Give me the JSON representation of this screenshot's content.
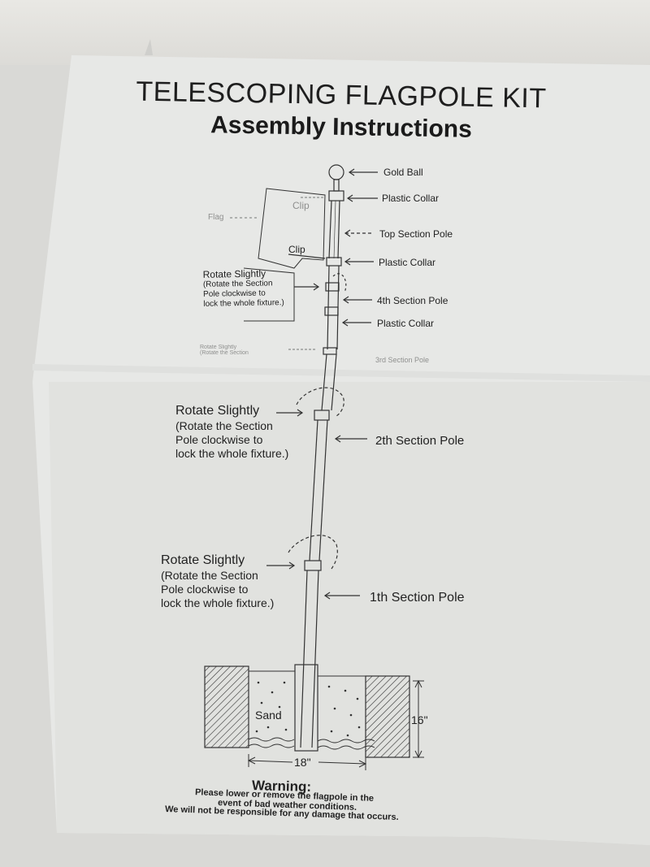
{
  "header": {
    "title": "TELESCOPING FLAGPOLE KIT",
    "subtitle": "Assembly Instructions"
  },
  "labels": {
    "gold_ball": "Gold Ball",
    "plastic_collar_1": "Plastic Collar",
    "top_section_pole": "Top Section Pole",
    "plastic_collar_2": "Plastic Collar",
    "section_4": "4th Section Pole",
    "plastic_collar_3": "Plastic Collar",
    "section_3": "3rd Section Pole",
    "section_2": "2th Section Pole",
    "section_1": "1th Section Pole",
    "clip_1": "Clip",
    "clip_2": "Clip",
    "flag": "Flag"
  },
  "notes": {
    "rotate_title": "Rotate Slightly",
    "rotate_line1": "(Rotate the Section",
    "rotate_line2": "Pole clockwise to",
    "rotate_line3": "lock the whole fixture.)"
  },
  "base": {
    "sand": "Sand",
    "depth": "16\"",
    "width": "18\""
  },
  "warning": {
    "title": "Warning:",
    "line1": "Please lower or remove the flagpole in the",
    "line2": "event of bad weather conditions.",
    "line3": "We will not be responsible for any damage that occurs."
  },
  "colors": {
    "paper": "#e7e8e6",
    "ink": "#222222",
    "background": "#d9d9d6"
  }
}
